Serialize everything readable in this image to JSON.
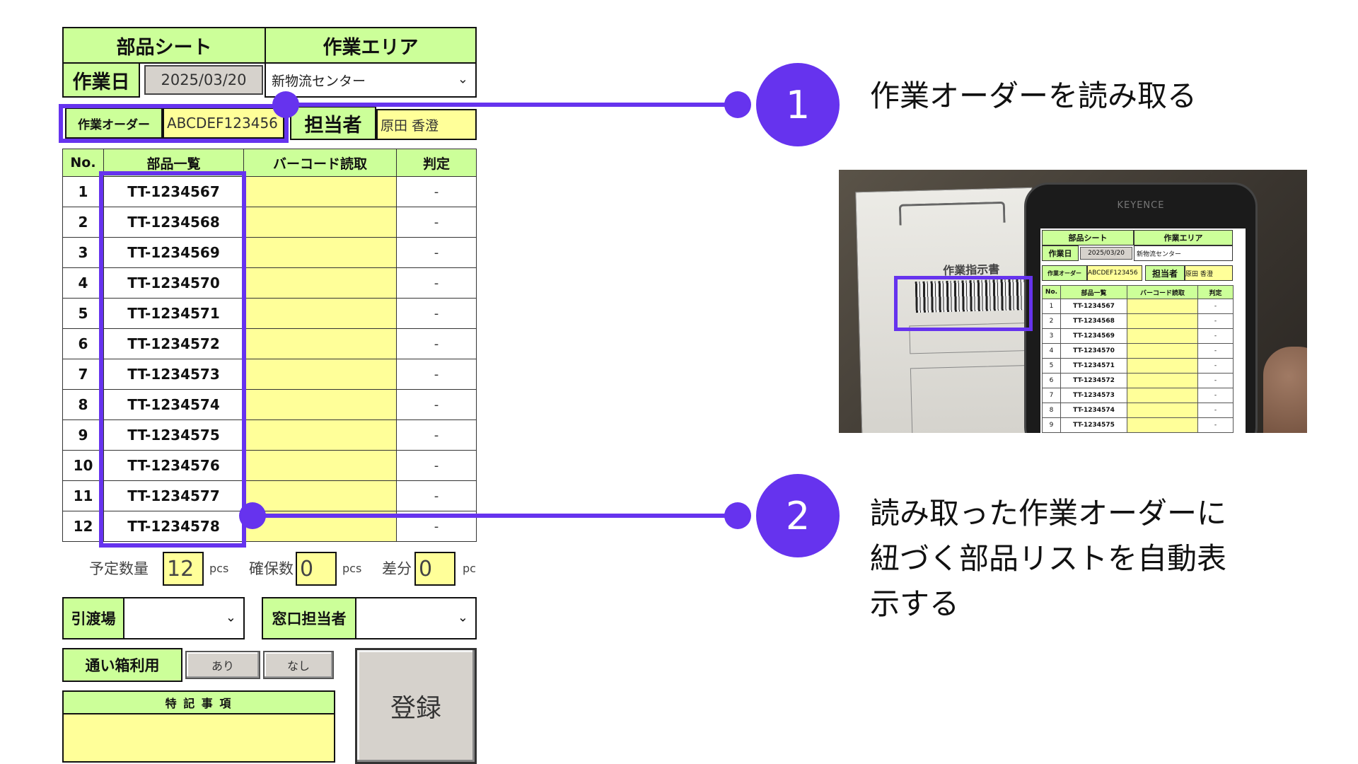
{
  "form": {
    "tab_parts_sheet": "部品シート",
    "tab_work_area": "作業エリア",
    "work_date_label": "作業日",
    "work_date_value": "2025/03/20",
    "location_select_value": "新物流センター",
    "work_order_label": "作業オーダー",
    "work_order_value": "ABCDEF123456",
    "person_label": "担当者",
    "person_value": "原田 香澄",
    "table_headers": [
      "No.",
      "部品一覧",
      "バーコード読取",
      "判定"
    ],
    "rows": [
      {
        "no": "1",
        "part": "TT-1234567",
        "judge": "-"
      },
      {
        "no": "2",
        "part": "TT-1234568",
        "judge": "-"
      },
      {
        "no": "3",
        "part": "TT-1234569",
        "judge": "-"
      },
      {
        "no": "4",
        "part": "TT-1234570",
        "judge": "-"
      },
      {
        "no": "5",
        "part": "TT-1234571",
        "judge": "-"
      },
      {
        "no": "6",
        "part": "TT-1234572",
        "judge": "-"
      },
      {
        "no": "7",
        "part": "TT-1234573",
        "judge": "-"
      },
      {
        "no": "8",
        "part": "TT-1234574",
        "judge": "-"
      },
      {
        "no": "9",
        "part": "TT-1234575",
        "judge": "-"
      },
      {
        "no": "10",
        "part": "TT-1234576",
        "judge": "-"
      },
      {
        "no": "11",
        "part": "TT-1234577",
        "judge": "-"
      },
      {
        "no": "12",
        "part": "TT-1234578",
        "judge": "-"
      }
    ],
    "planned_label": "予定数量",
    "planned_value": "12",
    "unit": "pcs",
    "secured_label": "確保数",
    "secured_value": "0",
    "diff_label": "差分",
    "diff_value": "0",
    "unit_cut": "pc",
    "handover_label": "引渡場",
    "contact_label": "窓口担当者",
    "box_use_label": "通い箱利用",
    "box_yes": "あり",
    "box_no": "なし",
    "notes_label": "特 記 事 項",
    "register_label": "登録"
  },
  "callouts": [
    {
      "number": "1",
      "text": "作業オーダーを読み取る"
    },
    {
      "number": "2",
      "line1": "読み取った作業オーダーに",
      "line2": "紐づく部品リストを自動表",
      "line3": "示する"
    }
  ],
  "photo": {
    "brand": "KEYENCE",
    "doc_title": "作業指示書"
  },
  "colors": {
    "accent": "#6633ee",
    "green": "#ccff99",
    "yellow": "#ffff99"
  }
}
